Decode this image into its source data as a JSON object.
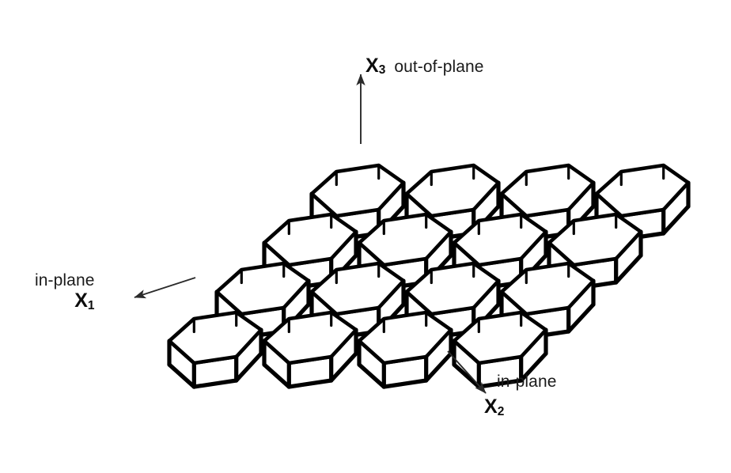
{
  "figure": {
    "type": "honeycomb-core-axes-diagram",
    "background_color": "#ffffff",
    "line_color": "#000000",
    "structure": {
      "name": "honeycomb core",
      "cell_shape": "hexagonal prism",
      "rows": 4,
      "cells_per_row": [
        4,
        4,
        4,
        4
      ],
      "projection": "oblique"
    }
  },
  "axes": {
    "x3": {
      "symbol": "X",
      "subscript": "3",
      "description": "out-of-plane",
      "arrow_name": "x3-arrow",
      "direction": "up"
    },
    "x1": {
      "symbol": "X",
      "subscript": "1",
      "description": "in-plane",
      "arrow_name": "x1-arrow",
      "direction": "down-left"
    },
    "x2": {
      "symbol": "X",
      "subscript": "2",
      "description": "in-plane",
      "arrow_name": "x2-arrow",
      "direction": "down-right"
    }
  }
}
